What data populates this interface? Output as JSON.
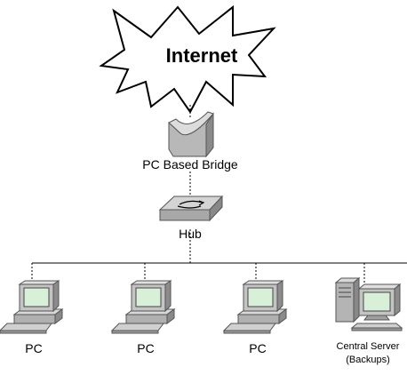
{
  "diagram": {
    "cloud": {
      "label": "Internet"
    },
    "bridge": {
      "label": "PC Based Bridge"
    },
    "hub": {
      "label": "Hub"
    },
    "clients": [
      {
        "label": "PC"
      },
      {
        "label": "PC"
      },
      {
        "label": "PC"
      }
    ],
    "server": {
      "label_line1": "Central Server",
      "label_line2": "(Backups)"
    }
  },
  "colors": {
    "line": "#000000",
    "device_fill": "#c0c0c0",
    "device_dark": "#808080",
    "screen": "#d8f0d8",
    "cloud_fill": "#ffffff"
  }
}
